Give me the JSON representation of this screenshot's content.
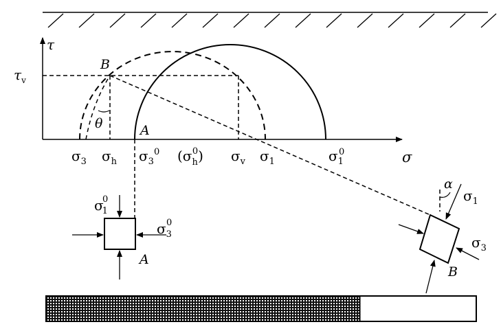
{
  "labels": {
    "tau_axis": "τ",
    "tau_v": "τ",
    "tau_v_sub": "v",
    "sigma_axis": "σ",
    "point_B": "B",
    "point_A": "A",
    "theta": "θ",
    "sigma3": "σ",
    "sigma3_sub": "3",
    "sigma_h": "σ",
    "sigma_h_sub": "h",
    "sigma3_0": "σ",
    "sigma3_0_sub": "3",
    "sigma3_0_sup": "0",
    "sigma_h0_open": "(σ",
    "sigma_h0_sub": "h",
    "sigma_h0_sup": "0",
    "sigma_h0_close": ")",
    "sigma_v": "σ",
    "sigma_v_sub": "v",
    "sigma1": "σ",
    "sigma1_sub": "1",
    "sigma1_0": "σ",
    "sigma1_0_sub": "1",
    "sigma1_0_sup": "0",
    "element_A_s1": "σ",
    "element_A_s1_sub": "1",
    "element_A_s1_sup": "0",
    "element_A_s3": "σ",
    "element_A_s3_sub": "3",
    "element_A_s3_sup": "0",
    "element_A": "A",
    "element_B": "B",
    "alpha": "α",
    "element_B_s1": "σ",
    "element_B_s1_sub": "1",
    "element_B_s3": "σ",
    "element_B_s3_sub": "3"
  },
  "bar": {
    "filled_fraction": 0.73
  }
}
